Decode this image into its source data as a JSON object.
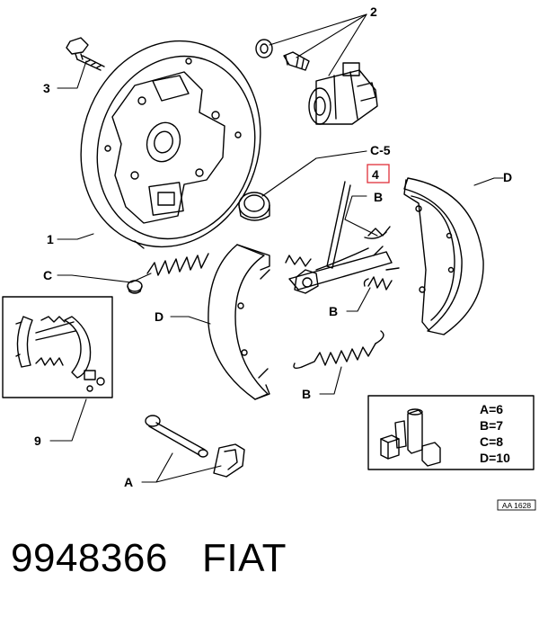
{
  "labels": {
    "l1": "1",
    "l2": "2",
    "l3": "3",
    "l4": "4",
    "l9": "9",
    "c5": "C-5",
    "b_top": "B",
    "b_mid": "B",
    "b_bot": "B",
    "c": "C",
    "d_left": "D",
    "d_right": "D",
    "a": "A"
  },
  "legend": {
    "items": [
      "A=6",
      "B=7",
      "C=8",
      "D=10"
    ]
  },
  "ref_code": "AA 1628",
  "caption": {
    "part_number": "9948366",
    "brand": "FIAT"
  },
  "colors": {
    "ink": "#000000",
    "highlight_box": "#e0303a",
    "background": "#ffffff"
  }
}
